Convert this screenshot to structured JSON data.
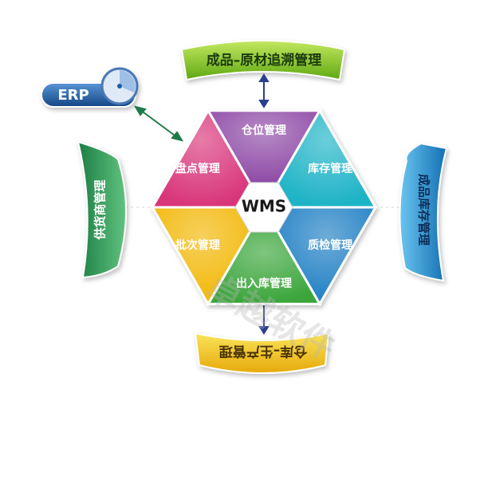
{
  "center": {
    "label": "WMS"
  },
  "segments": [
    {
      "label": "仓位管理",
      "color": "#8e4aa6"
    },
    {
      "label": "库存管理",
      "color": "#1db3c6"
    },
    {
      "label": "质检管理",
      "color": "#1f7fc4"
    },
    {
      "label": "出入库管理",
      "color": "#3aa53a"
    },
    {
      "label": "批次管理",
      "color": "#f2b705"
    },
    {
      "label": "盘点管理",
      "color": "#d9357a"
    }
  ],
  "top_banner": {
    "label": "成品–原材追溯管理",
    "color": "#7fc31c"
  },
  "bottom_banner": {
    "label": "仓库–生产管理",
    "color": "#f0c419"
  },
  "left_panel": {
    "label": "供货商管理",
    "color": "#2e9e5c"
  },
  "right_panel": {
    "label": "成品库存管理",
    "color": "#1a8fd0"
  },
  "erp": {
    "label": "ERP",
    "color": "#1f5fa8"
  },
  "watermark": {
    "text": "卓越软件"
  }
}
